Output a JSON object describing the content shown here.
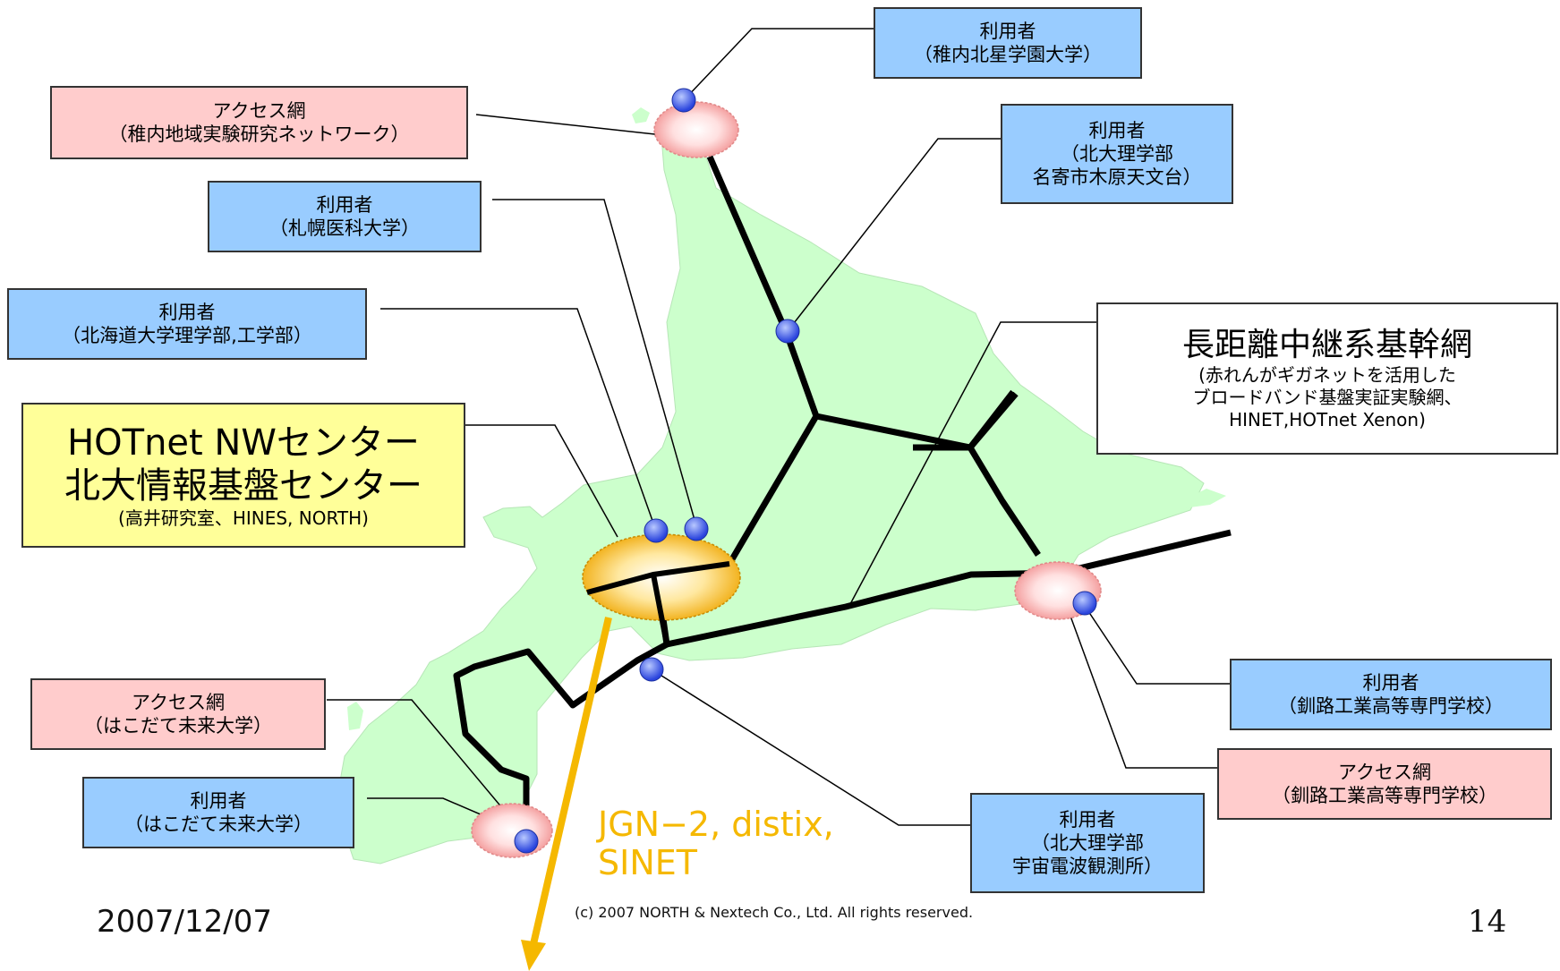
{
  "boxes": {
    "wakkanai_user": {
      "title": "利用者",
      "sub": "（稚内北星学園大学）"
    },
    "wakkanai_access": {
      "title": "アクセス網",
      "sub": "（稚内地域実験研究ネットワーク）"
    },
    "sapporo_med_user": {
      "title": "利用者",
      "sub": "（札幌医科大学）"
    },
    "hokudai_user": {
      "title": "利用者",
      "sub": "（北海道大学理学部,工学部）"
    },
    "nayoro_user": {
      "title": "利用者",
      "sub1": "（北大理学部",
      "sub2": "名寄市木原天文台）"
    },
    "backbone": {
      "title": "長距離中継系基幹網",
      "line1": "(赤れんがギガネットを活用した",
      "line2": "ブロードバンド基盤実証実験網、",
      "line3": "HINET,HOTnet Xenon)"
    },
    "center": {
      "line1": "HOTnet NWセンター",
      "line2": "北大情報基盤センター",
      "line3": "(高井研究室、HINES, NORTH)"
    },
    "hakodate_access": {
      "title": "アクセス網",
      "sub": "（はこだて未来大学）"
    },
    "hakodate_user": {
      "title": "利用者",
      "sub": "（はこだて未来大学）"
    },
    "kushiro_user": {
      "title": "利用者",
      "sub": "（釧路工業高等専門学校）"
    },
    "kushiro_access": {
      "title": "アクセス網",
      "sub": "（釧路工業高等専門学校）"
    },
    "radio_user": {
      "title": "利用者",
      "sub1": "（北大理学部",
      "sub2": "宇宙電波観測所）"
    }
  },
  "external_link": {
    "line1": "JGN−2, distix,",
    "line2": "SINET"
  },
  "footer": {
    "date": "2007/12/07",
    "copyright": "(c) 2007 NORTH & Nextech Co., Ltd. All rights reserved.",
    "page": "14"
  },
  "colors": {
    "land": "#ccffcc",
    "user_box": "#99ccff",
    "access_box": "#ffcccc",
    "center_box": "#ffff99",
    "arrow": "#f5b800",
    "node": "#3355ee"
  }
}
